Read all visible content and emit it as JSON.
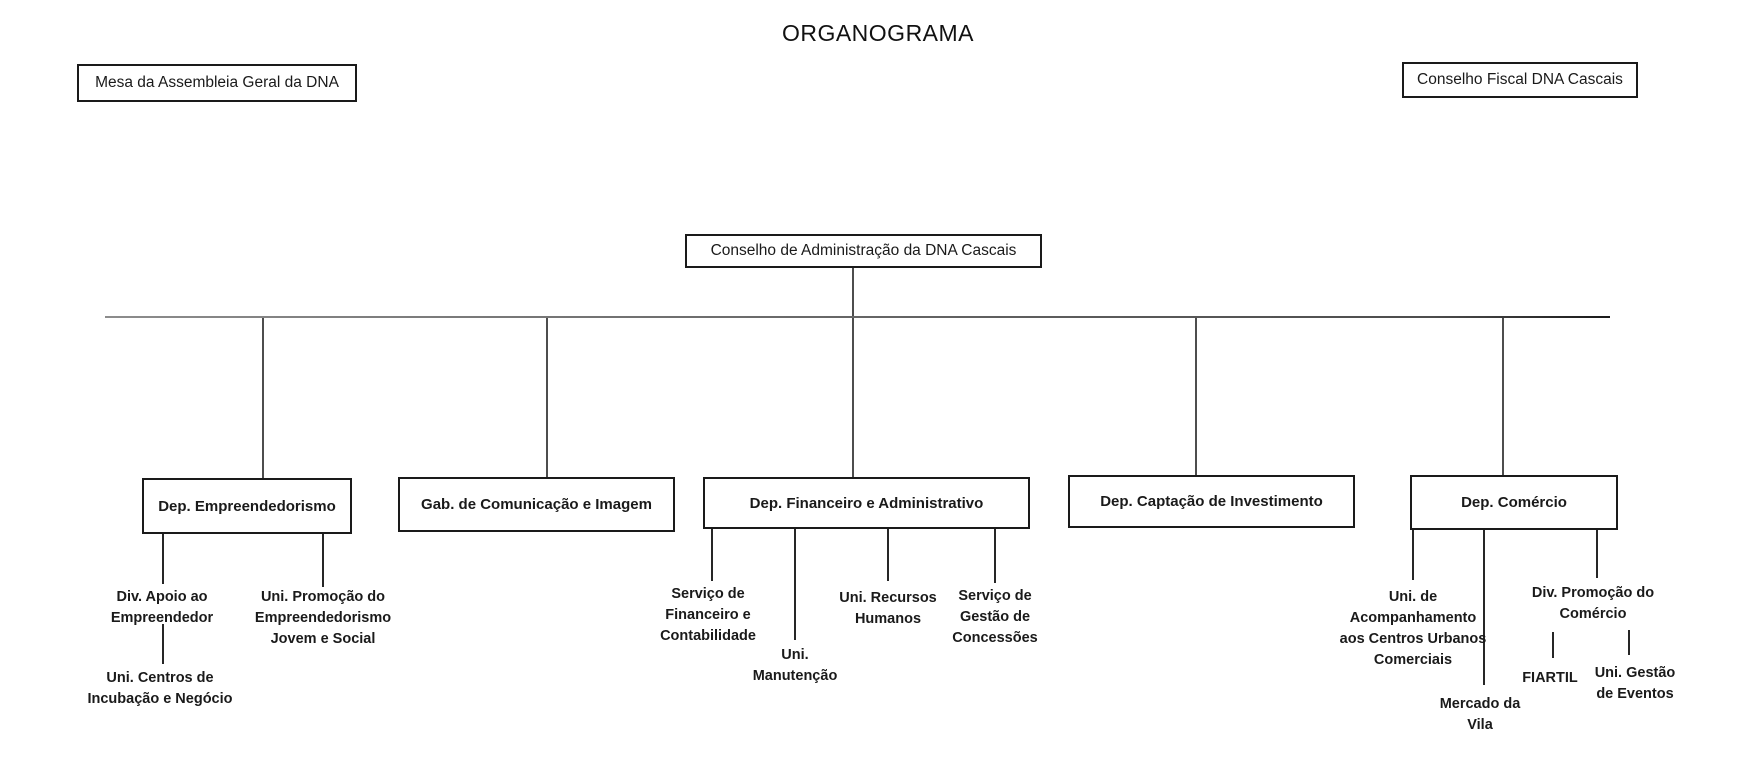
{
  "page": {
    "title": "ORGANOGRAMA",
    "background": "#ffffff"
  },
  "colors": {
    "box_border": "#1a1a1a",
    "text": "#1a1a1a",
    "connector_gray": "#595959",
    "connector_dark": "#262626"
  },
  "top_row": {
    "mesa": "Mesa da Assembleia Geral da DNA",
    "fiscal": "Conselho Fiscal DNA Cascais"
  },
  "root": {
    "label": "Conselho de Administração da DNA Cascais"
  },
  "departments": [
    {
      "label": "Dep. Empreendedorismo",
      "children": [
        {
          "label": "Div. Apoio ao\nEmpreendedor",
          "children": [
            {
              "label": "Uni. Centros de\nIncubação e Negócio"
            }
          ]
        },
        {
          "label": "Uni. Promoção do\nEmpreendedorismo\nJovem e Social"
        }
      ]
    },
    {
      "label": "Gab. de Comunicação e Imagem",
      "children": []
    },
    {
      "label": "Dep. Financeiro e Administrativo",
      "children": [
        {
          "label": "Serviço de\nFinanceiro e\nContabilidade"
        },
        {
          "label": "Uni.\nManutenção"
        },
        {
          "label": "Uni. Recursos\nHumanos"
        },
        {
          "label": "Serviço de\nGestão de\nConcessões"
        }
      ]
    },
    {
      "label": "Dep. Captação de Investimento",
      "children": []
    },
    {
      "label": "Dep. Comércio",
      "children": [
        {
          "label": "Uni. de\nAcompanhamento\naos Centros Urbanos\nComerciais"
        },
        {
          "label": "Mercado da\nVila"
        },
        {
          "label": "Div. Promoção do\nComércio",
          "children": [
            {
              "label": "FIARTIL"
            },
            {
              "label": "Uni. Gestão\nde Eventos"
            }
          ]
        }
      ]
    }
  ]
}
